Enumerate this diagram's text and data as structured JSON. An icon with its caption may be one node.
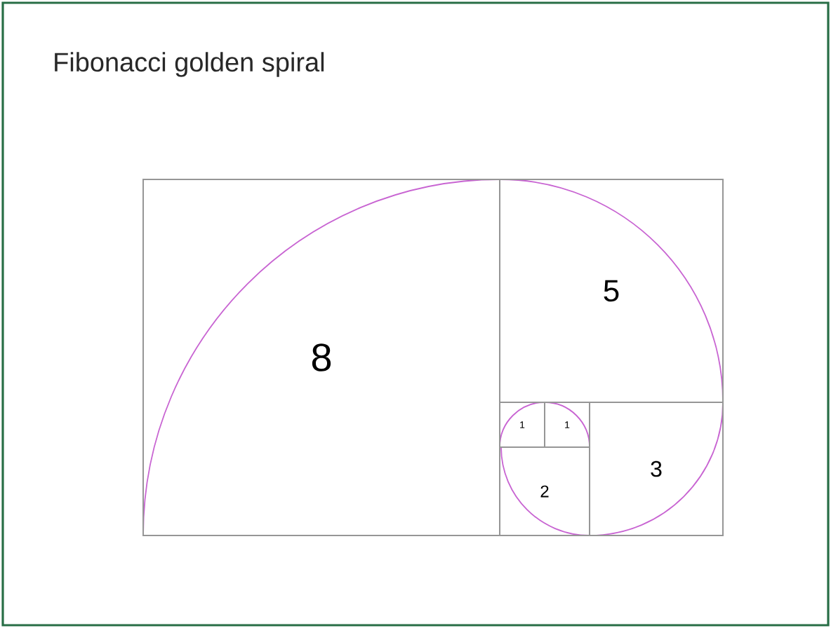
{
  "diagram": {
    "title": "Fibonacci golden spiral",
    "nodes": [
      {
        "text": [
          "8"
        ]
      },
      {
        "text": [
          "5"
        ]
      },
      {
        "text": [
          "1"
        ]
      },
      {
        "text": [
          "1"
        ]
      },
      {
        "text": [
          "3"
        ]
      },
      {
        "text": [
          "2"
        ]
      }
    ]
  }
}
